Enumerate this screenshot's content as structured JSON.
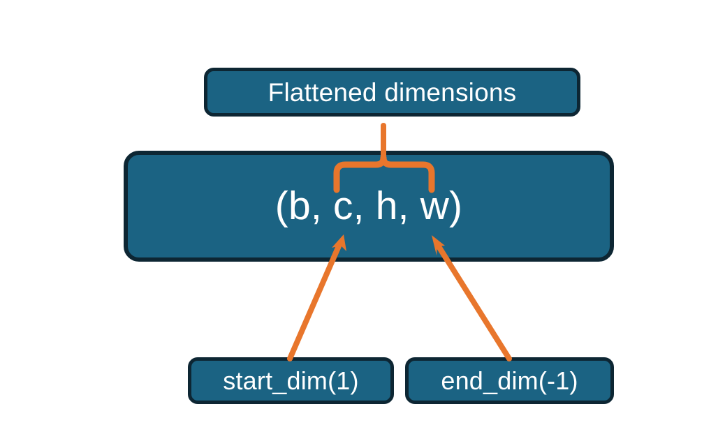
{
  "diagram": {
    "title_text": "Flattened dimensions",
    "background_color": "#ffffff",
    "node_fill_color": "#1b6383",
    "node_border_color": "#0d2633",
    "node_text_color": "#ffffff",
    "connector_color": "#e8762c",
    "nodes": [
      {
        "id": "flattened",
        "label": "Flattened dimensions"
      },
      {
        "id": "shape",
        "label": "(b, c, h, w)"
      },
      {
        "id": "start_dim",
        "label": "start_dim(1)"
      },
      {
        "id": "end_dim",
        "label": "end_dim(-1)"
      }
    ],
    "connectors": [
      {
        "id": "brace",
        "type": "curly-brace-up",
        "from": "shape",
        "to": "flattened"
      },
      {
        "id": "arrow-start-dim",
        "type": "arrow",
        "from": "start_dim",
        "to": "shape"
      },
      {
        "id": "arrow-end-dim",
        "type": "arrow",
        "from": "end_dim",
        "to": "shape"
      }
    ]
  }
}
